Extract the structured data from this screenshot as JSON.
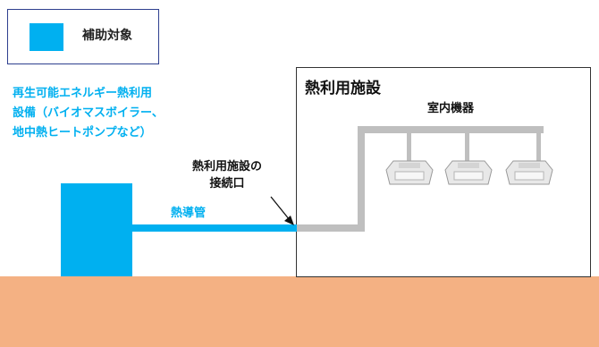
{
  "legend": {
    "label": "補助対象"
  },
  "source_equipment": {
    "label": "再生可能エネルギー熱利用\n設備（バイオマスボイラー、\n地中熱ヒートポンプなど）"
  },
  "pipe": {
    "label": "熱導管"
  },
  "facility": {
    "title": "熱利用施設",
    "equipment_label": "室内機器",
    "connection_label": "熱利用施設の\n接続口"
  },
  "colors": {
    "subsidy": "#00b0f0",
    "ground": "#f4b183",
    "indoor_pipe": "#bfbfbf",
    "label_blue": "#00b0f0",
    "border": "#2e3f8f"
  }
}
